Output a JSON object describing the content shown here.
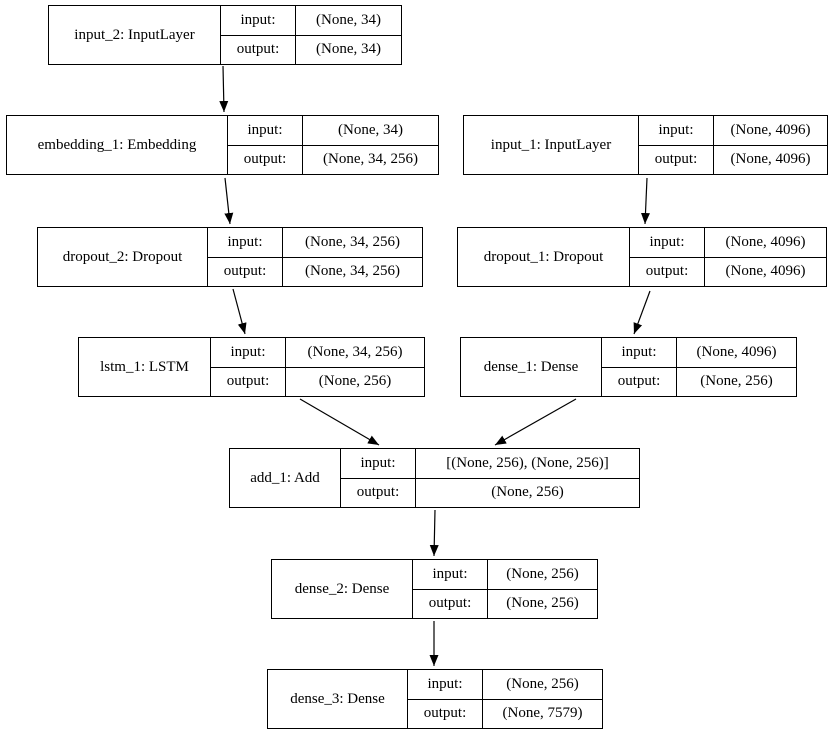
{
  "diagram": {
    "kind": "keras-model-plot",
    "io_labels": {
      "input": "input:",
      "output": "output:"
    },
    "colors": {
      "stroke": "#000000",
      "background": "#ffffff"
    }
  },
  "nodes": [
    {
      "id": "input_2",
      "title": "input_2: InputLayer",
      "input_label": "input:",
      "input_value": "(None, 34)",
      "output_label": "output:",
      "output_value": "(None, 34)"
    },
    {
      "id": "embedding_1",
      "title": "embedding_1: Embedding",
      "input_label": "input:",
      "input_value": "(None, 34)",
      "output_label": "output:",
      "output_value": "(None, 34, 256)"
    },
    {
      "id": "dropout_2",
      "title": "dropout_2: Dropout",
      "input_label": "input:",
      "input_value": "(None, 34, 256)",
      "output_label": "output:",
      "output_value": "(None, 34, 256)"
    },
    {
      "id": "lstm_1",
      "title": "lstm_1: LSTM",
      "input_label": "input:",
      "input_value": "(None, 34, 256)",
      "output_label": "output:",
      "output_value": "(None, 256)"
    },
    {
      "id": "input_1",
      "title": "input_1: InputLayer",
      "input_label": "input:",
      "input_value": "(None, 4096)",
      "output_label": "output:",
      "output_value": "(None, 4096)"
    },
    {
      "id": "dropout_1",
      "title": "dropout_1: Dropout",
      "input_label": "input:",
      "input_value": "(None, 4096)",
      "output_label": "output:",
      "output_value": "(None, 4096)"
    },
    {
      "id": "dense_1",
      "title": "dense_1: Dense",
      "input_label": "input:",
      "input_value": "(None, 4096)",
      "output_label": "output:",
      "output_value": "(None, 256)"
    },
    {
      "id": "add_1",
      "title": "add_1: Add",
      "input_label": "input:",
      "input_value": "[(None, 256), (None, 256)]",
      "output_label": "output:",
      "output_value": "(None, 256)"
    },
    {
      "id": "dense_2",
      "title": "dense_2: Dense",
      "input_label": "input:",
      "input_value": "(None, 256)",
      "output_label": "output:",
      "output_value": "(None, 256)"
    },
    {
      "id": "dense_3",
      "title": "dense_3: Dense",
      "input_label": "input:",
      "input_value": "(None, 256)",
      "output_label": "output:",
      "output_value": "(None, 7579)"
    }
  ],
  "edges": [
    {
      "from": "input_2",
      "to": "embedding_1"
    },
    {
      "from": "embedding_1",
      "to": "dropout_2"
    },
    {
      "from": "dropout_2",
      "to": "lstm_1"
    },
    {
      "from": "input_1",
      "to": "dropout_1"
    },
    {
      "from": "dropout_1",
      "to": "dense_1"
    },
    {
      "from": "lstm_1",
      "to": "add_1"
    },
    {
      "from": "dense_1",
      "to": "add_1"
    },
    {
      "from": "add_1",
      "to": "dense_2"
    },
    {
      "from": "dense_2",
      "to": "dense_3"
    }
  ]
}
